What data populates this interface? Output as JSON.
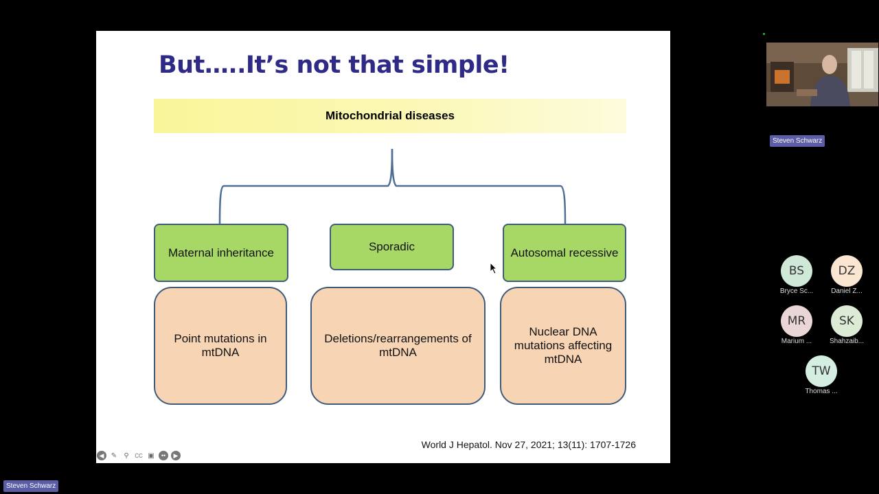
{
  "slide": {
    "title": "But…..It’s not that simple!",
    "banner": "Mitochondrial diseases",
    "categories": [
      {
        "label": "Maternal inheritance",
        "detail": "Point mutations in mtDNA"
      },
      {
        "label": "Sporadic",
        "detail": "Deletions/rearrangements of mtDNA"
      },
      {
        "label": "Autosomal recessive",
        "detail": "Nuclear DNA mutations affecting mtDNA"
      }
    ],
    "citation": "World J Hepatol. Nov 27, 2021; 13(11): 1707-1726"
  },
  "toolbar": {
    "icons": [
      "back-icon",
      "pen-icon",
      "zoom-icon",
      "captions-icon",
      "video-icon",
      "more-icon",
      "forward-icon"
    ]
  },
  "speaker": {
    "name": "Steven Schwarz",
    "name_tag": "Steven Schwarz"
  },
  "presenter_label": "Steven Schwarz",
  "participants": [
    {
      "initials": "BS",
      "name": "Bryce Sc...",
      "color": "#cfe8d8"
    },
    {
      "initials": "DZ",
      "name": "Daniel Z...",
      "color": "#fbe6d2"
    },
    {
      "initials": "MR",
      "name": "Marium ...",
      "color": "#ead6d6"
    },
    {
      "initials": "SK",
      "name": "Shahzaib...",
      "color": "#dcebd6"
    },
    {
      "initials": "TW",
      "name": "Thomas ...",
      "color": "#d4efe2"
    }
  ]
}
